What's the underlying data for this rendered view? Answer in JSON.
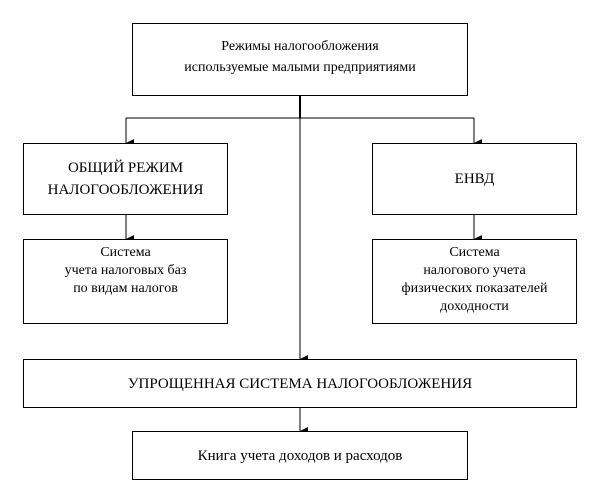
{
  "diagram": {
    "root": {
      "lines": [
        "Режимы налогообложения",
        "используемые малыми предприятиями"
      ]
    },
    "general_regime": {
      "lines": [
        "ОБЩИЙ РЕЖИМ",
        "НАЛОГООБЛОЖЕНИЯ"
      ]
    },
    "envd": {
      "lines": [
        "ЕНВД"
      ]
    },
    "general_accounting": {
      "lines": [
        "Система",
        "учета налоговых баз",
        "по видам налогов"
      ]
    },
    "envd_accounting": {
      "lines": [
        "Система",
        "налогового учета",
        "физических показателей",
        "доходности"
      ]
    },
    "simplified": {
      "lines": [
        "УПРОЩЕННАЯ СИСТЕМА НАЛОГООБЛОЖЕНИЯ"
      ]
    },
    "ledger": {
      "lines": [
        "Книга учета доходов и расходов"
      ]
    }
  }
}
